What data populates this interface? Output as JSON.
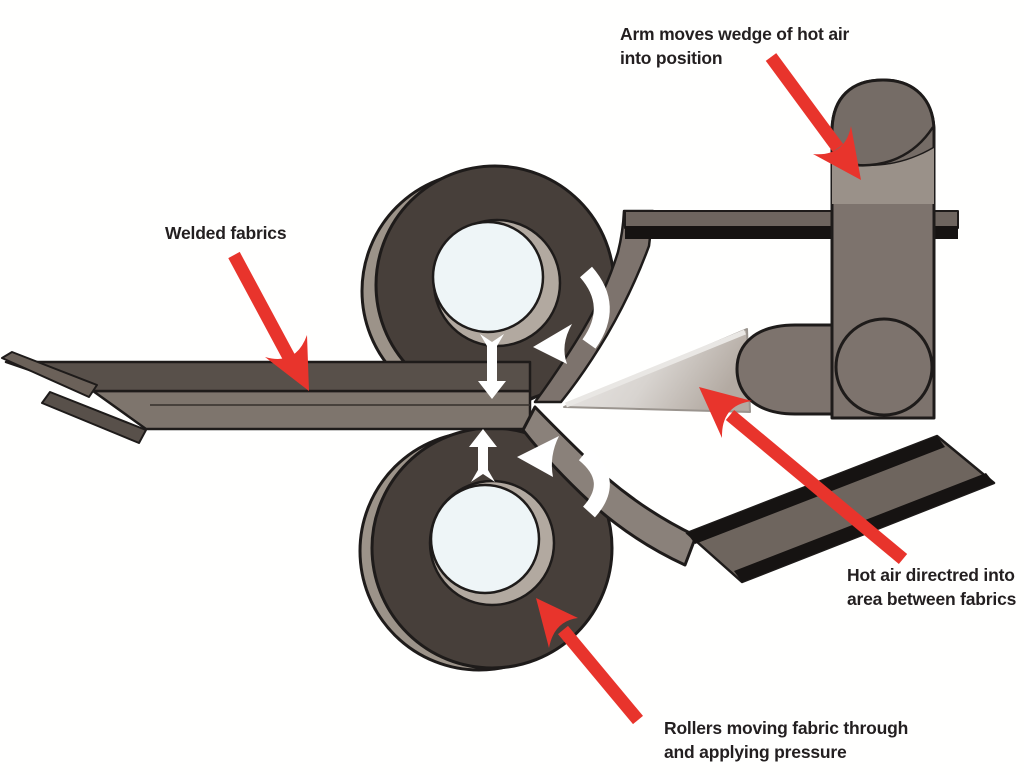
{
  "annotations": {
    "arm": "Arm moves wedge of hot air\ninto position",
    "welded_fabrics": "Welded fabrics",
    "hot_air": "Hot air directred into\narea between fabrics",
    "rollers": "Rollers moving fabric through\nand applying pressure"
  },
  "palette": {
    "arrow_red": "#E8342C",
    "machine_gray": "#7D736D",
    "bar_gray": "#6E655F",
    "dome_gray": "#756C66",
    "highlight_gray": "#9A9189",
    "ribbon_gray": "#8A817A",
    "sheet_gray": "#6E655E",
    "roller_dark": "#473F3A",
    "roller_rim": "#9C9389",
    "roller_ring": "#B2A9A0",
    "roller_hub": "#EEF5F7",
    "fabric_dark": "#58504A",
    "fabric_mid": "#6B6159",
    "fabric_light": "#7E756D",
    "outline_black": "#1E1B1A",
    "text_color": "#231F20",
    "background": "#FFFFFE"
  }
}
